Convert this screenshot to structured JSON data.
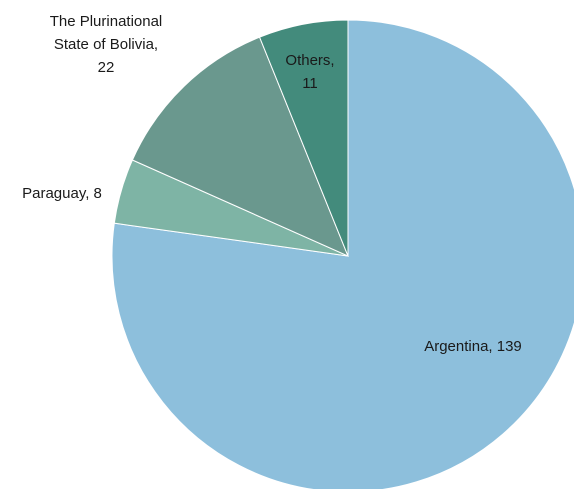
{
  "chart_data": {
    "type": "pie",
    "title": "",
    "slices": [
      {
        "name": "Argentina",
        "value": 139,
        "label_lines": [
          "Argentina, 139"
        ],
        "color": "#8dbfdc"
      },
      {
        "name": "Paraguay",
        "value": 8,
        "label_lines": [
          "Paraguay, 8"
        ],
        "color": "#7eb4a5"
      },
      {
        "name": "The Plurinational State of Bolivia",
        "value": 22,
        "label_lines": [
          "The Plurinational",
          "State of Bolivia,",
          "22"
        ],
        "color": "#6a988e"
      },
      {
        "name": "Others",
        "value": 11,
        "label_lines": [
          "Others,",
          "11"
        ],
        "color": "#438b7c"
      }
    ],
    "start_angle_deg": 0,
    "direction": "clockwise",
    "legend": "none"
  }
}
